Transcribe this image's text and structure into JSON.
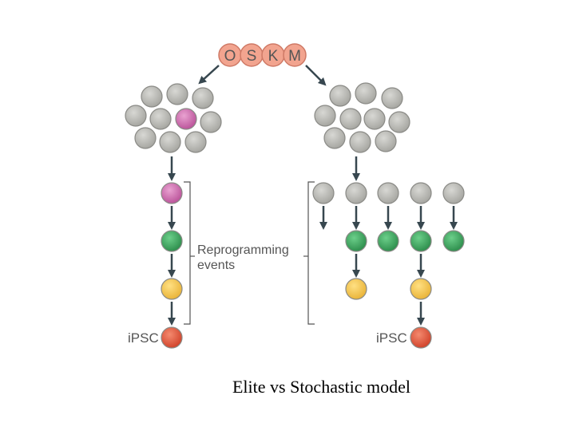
{
  "factors": [
    "O",
    "S",
    "K",
    "M"
  ],
  "labels": {
    "reprogramming_line1": "Reprogramming",
    "reprogramming_line2": "events",
    "ipsc_left": "iPSC",
    "ipsc_right": "iPSC"
  },
  "caption": "Elite vs Stochastic model",
  "colors": {
    "factor_fill": "#f2a48f",
    "factor_stroke": "#cf7a66",
    "grey_cell": "#b9b9b4",
    "magenta_cell": "#d070b0",
    "green_cell": "#3aa15c",
    "yellow_cell": "#f4c84a",
    "red_cell": "#e5553b",
    "arrow": "#37474f"
  }
}
